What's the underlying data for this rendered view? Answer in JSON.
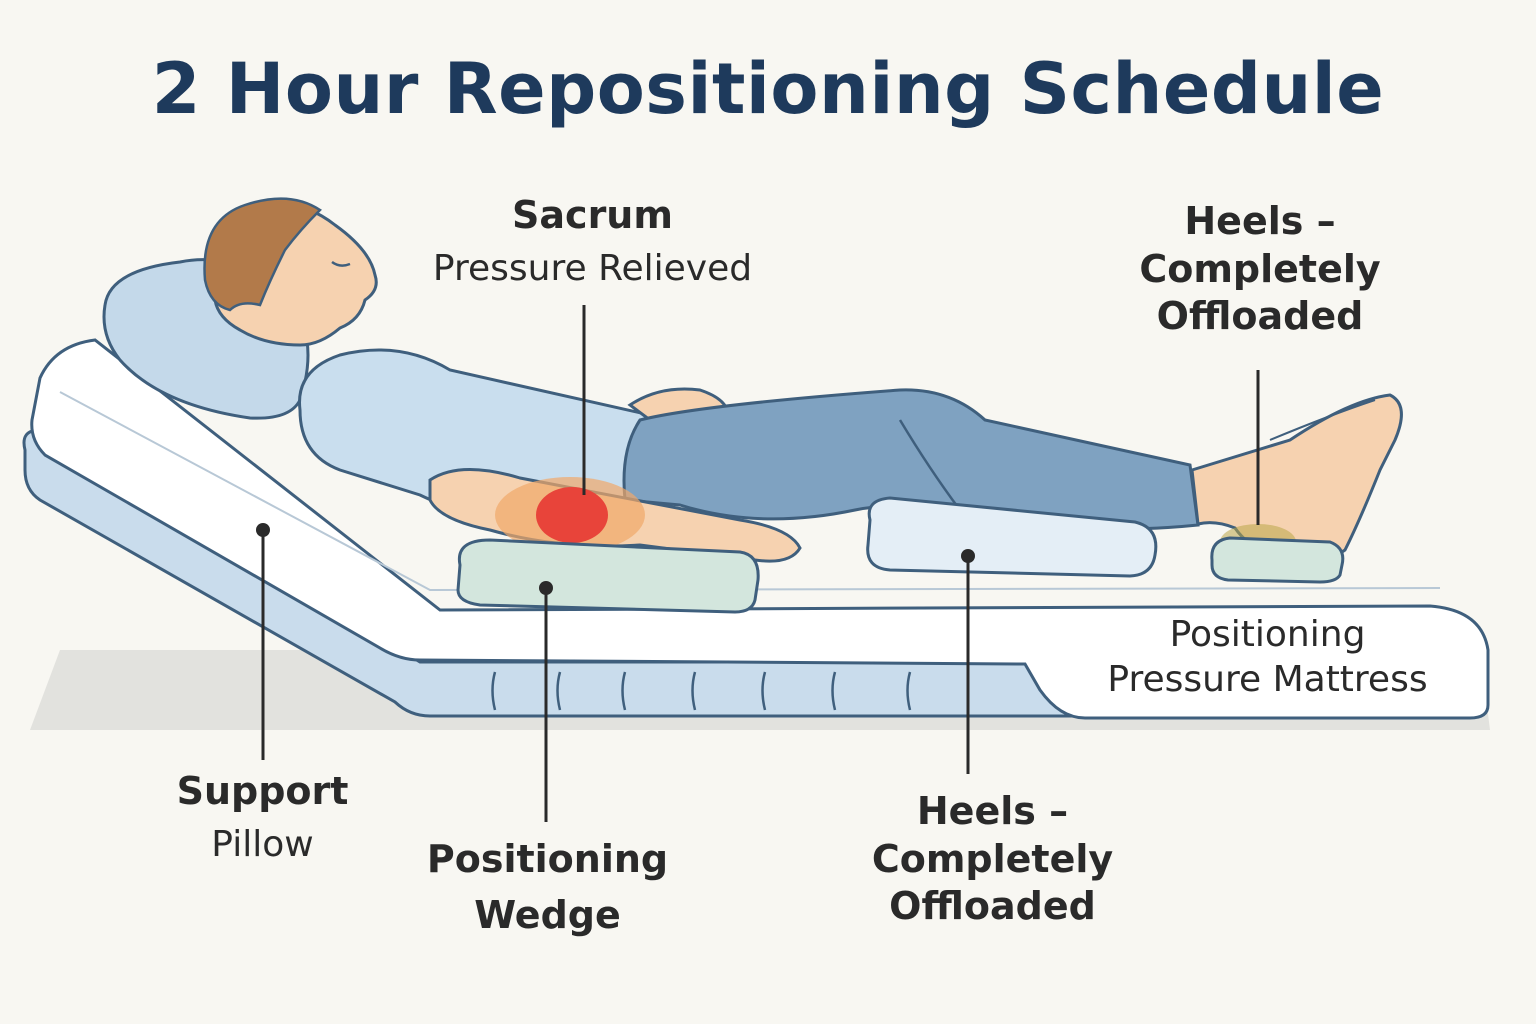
{
  "title": "2 Hour Repositioning Schedule",
  "labels": {
    "sacrum": {
      "title": "Sacrum",
      "detail": "Pressure Relieved"
    },
    "heels_top": {
      "line1": "Heels –",
      "line2": "Completely",
      "line3": "Offloaded"
    },
    "mattress": {
      "line1": "Positioning",
      "line2": "Pressure Mattress"
    },
    "support_pillow": {
      "title": "Support",
      "detail": "Pillow"
    },
    "wedge": {
      "line1": "Positioning",
      "line2": "Wedge"
    },
    "heels_bottom": {
      "line1": "Heels –",
      "line2": "Completely",
      "line3": "Offloaded"
    }
  },
  "colors": {
    "title": "#1e3a5c",
    "pressure_hotspot": "#e8443a",
    "mattress": "#ffffff",
    "mattress_base": "#c9dcec",
    "pants": "#7fa2c1",
    "shirt": "#c9deee",
    "skin": "#f6d2b0"
  }
}
